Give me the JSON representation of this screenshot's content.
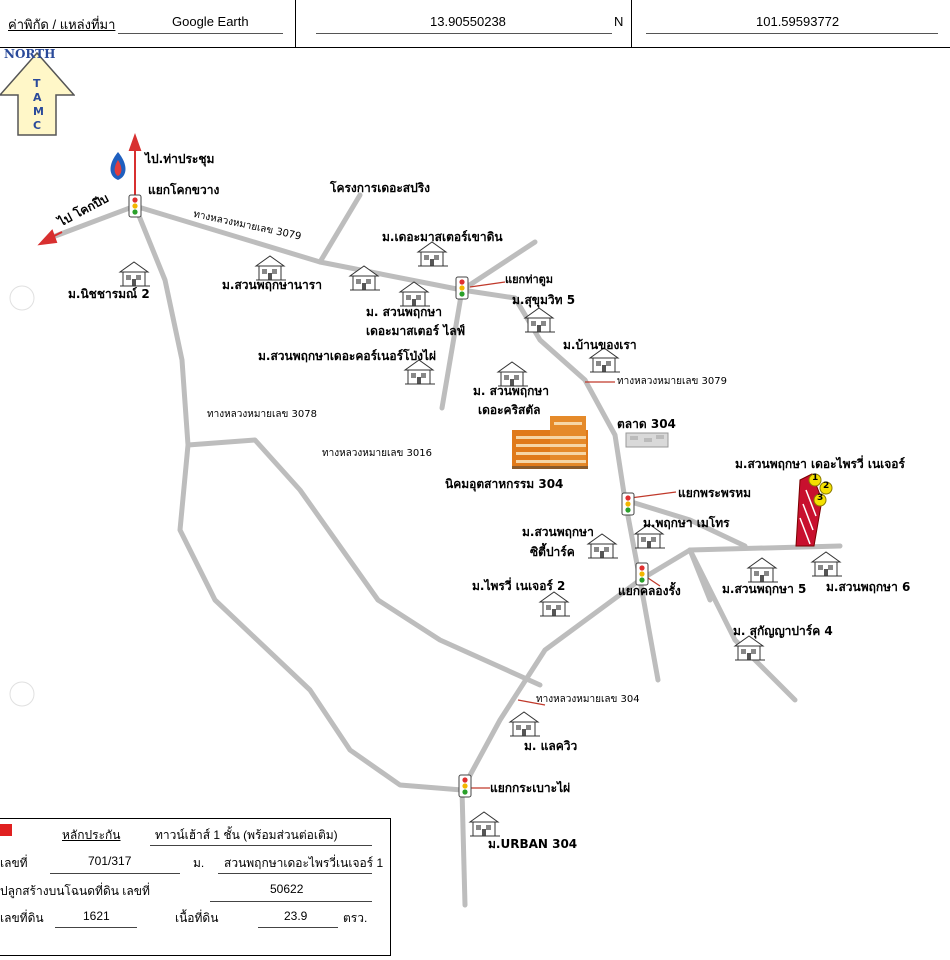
{
  "header": {
    "coord_label": "ค่าพิกัด / แหล่งที่มา",
    "source": "Google Earth",
    "lat": "13.90550238",
    "lat_dir": "N",
    "lng": "101.59593772"
  },
  "north_arrow": {
    "title": "NORTH",
    "letters": [
      "T",
      "A",
      "M",
      "C"
    ]
  },
  "labels": {
    "tha_prachum": "ไป.ท่าประชุม",
    "khok_pip": "ไป โคกปีบ",
    "yaek_khok_khwang": "แยกโคกขวาง",
    "the_spring": "โครงการเดอะสปริง",
    "road_3079": "ทางหลวงหมายเลข 3079",
    "master_khao_tin": "ม.เดอะมาสเตอร์เขาดิน",
    "yaek_tha_toom": "แยกท่าตูม",
    "nitchara": "ม.นิชชารมณ์ 2",
    "suan_nara": "ม.สวนพฤกษานารา",
    "sukhumvit5": "ม.สุขุมวิท 5",
    "suan_master_1": "ม. สวนพฤกษา",
    "suan_master_2": "เดอะมาสเตอร์ ไลฟ์",
    "ban_khong_rao": "ม.บ้านของเรา",
    "corner_ppg": "ม.สวนพฤกษาเดอะคอร์เนอร์โป่งไผ่",
    "road_3079b": "ทางหลวงหมายเลข 3079",
    "crystal_1": "ม. สวนพฤกษา",
    "crystal_2": "เดอะคริสตัล",
    "talad_304": "ตลาด 304",
    "road_3078": "ทางหลวงหมายเลข 3078",
    "road_3016": "ทางหลวงหมายเลข 3016",
    "target": "ม.สวนพฤกษา เดอะไพรวี่ เนเจอร์",
    "industrial": "นิคมอุตสาหกรรม 304",
    "yaek_phra_phrom": "แยกพระพรหม",
    "suan_city_1": "ม.สวนพฤกษา",
    "suan_city_2": "ซิตี้ปาร์ค",
    "metro": "ม.พฤกษา เมโทร",
    "privy2": "ม.ไพรวี่ เนเจอร์ 2",
    "yaek_khlong_rang": "แยกคลองรั้ง",
    "suan5": "ม.สวนพฤกษา 5",
    "suan6": "ม.สวนพฤกษา 6",
    "sukanya": "ม. สุกัญญาปาร์ค 4",
    "road_304": "ทางหลวงหมายเลข 304",
    "lake_view": "ม. แลควิว",
    "yaek_krabao_phai": "แยกกระเบาะไผ่",
    "urban": "ม.URBAN 304",
    "markers": [
      "1",
      "2",
      "3"
    ]
  },
  "legend": {
    "guarantee_label": "หลักประกัน",
    "guarantee_value": "ทาวน์เฮ้าส์ 1 ชั้น (พร้อมส่วนต่อเติม)",
    "no_label": "เลขที่",
    "no_value": "701/317",
    "village_label": "ม.",
    "village_value": "สวนพฤกษาเดอะไพรวี่เนเจอร์ 1",
    "deed_label": "ปลูกสร้างบนโฉนดที่ดิน เลขที่",
    "deed_value": "50622",
    "land_no_label": "เลขที่ดิน",
    "land_no_value": "1621",
    "area_label": "เนื้อที่ดิน",
    "area_value": "23.9",
    "area_unit": "ตรว.",
    "marker_color": "#e02020"
  },
  "colors": {
    "road": "#bdbdbd",
    "arrow": "#d83030",
    "target": "#c8102e",
    "marker": "#f4e000"
  }
}
